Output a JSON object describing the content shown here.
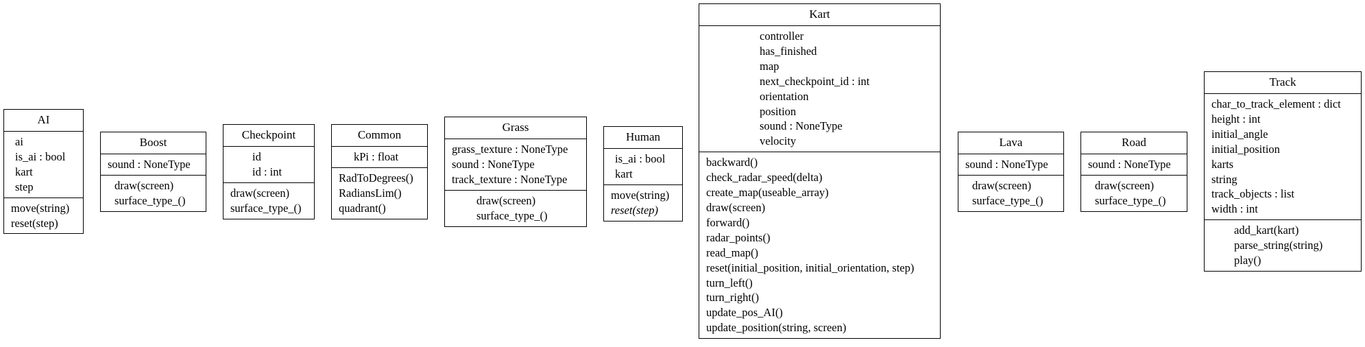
{
  "classes": [
    {
      "id": "ai",
      "name": "AI",
      "attributes": [
        "ai",
        "is_ai : bool",
        "kart",
        "step"
      ],
      "methods": [
        {
          "text": "move(string)"
        },
        {
          "text": "reset(step)"
        }
      ]
    },
    {
      "id": "boost",
      "name": "Boost",
      "attributes": [
        "sound : NoneType"
      ],
      "methods": [
        {
          "text": "draw(screen)"
        },
        {
          "text": "surface_type_()"
        }
      ]
    },
    {
      "id": "checkpoint",
      "name": "Checkpoint",
      "attributes": [
        "id",
        "id : int"
      ],
      "methods": [
        {
          "text": "draw(screen)"
        },
        {
          "text": "surface_type_()"
        }
      ]
    },
    {
      "id": "common",
      "name": "Common",
      "attributes": [
        "kPi : float"
      ],
      "methods": [
        {
          "text": "RadToDegrees()"
        },
        {
          "text": "RadiansLim()"
        },
        {
          "text": "quadrant()"
        }
      ]
    },
    {
      "id": "grass",
      "name": "Grass",
      "attributes": [
        "grass_texture : NoneType",
        "sound : NoneType",
        "track_texture : NoneType"
      ],
      "methods": [
        {
          "text": "draw(screen)"
        },
        {
          "text": "surface_type_()"
        }
      ]
    },
    {
      "id": "human",
      "name": "Human",
      "attributes": [
        "is_ai : bool",
        "kart"
      ],
      "methods": [
        {
          "text": "move(string)"
        },
        {
          "text": "reset(step)",
          "abstract": true
        }
      ]
    },
    {
      "id": "kart",
      "name": "Kart",
      "attributes": [
        "controller",
        "has_finished",
        "map",
        "next_checkpoint_id : int",
        "orientation",
        "position",
        "sound : NoneType",
        "velocity"
      ],
      "methods": [
        {
          "text": "backward()"
        },
        {
          "text": "check_radar_speed(delta)"
        },
        {
          "text": "create_map(useable_array)"
        },
        {
          "text": "draw(screen)"
        },
        {
          "text": "forward()"
        },
        {
          "text": "radar_points()"
        },
        {
          "text": "read_map()"
        },
        {
          "text": "reset(initial_position, initial_orientation, step)"
        },
        {
          "text": "turn_left()"
        },
        {
          "text": "turn_right()"
        },
        {
          "text": "update_pos_AI()"
        },
        {
          "text": "update_position(string, screen)"
        }
      ]
    },
    {
      "id": "lava",
      "name": "Lava",
      "attributes": [
        "sound : NoneType"
      ],
      "methods": [
        {
          "text": "draw(screen)"
        },
        {
          "text": "surface_type_()"
        }
      ]
    },
    {
      "id": "road",
      "name": "Road",
      "attributes": [
        "sound : NoneType"
      ],
      "methods": [
        {
          "text": "draw(screen)"
        },
        {
          "text": "surface_type_()"
        }
      ]
    },
    {
      "id": "track",
      "name": "Track",
      "attributes": [
        "char_to_track_element : dict",
        "height : int",
        "initial_angle",
        "initial_position",
        "karts",
        "string",
        "track_objects : list",
        "width : int"
      ],
      "methods": [
        {
          "text": "add_kart(kart)"
        },
        {
          "text": "parse_string(string)"
        },
        {
          "text": "play()"
        }
      ]
    }
  ]
}
